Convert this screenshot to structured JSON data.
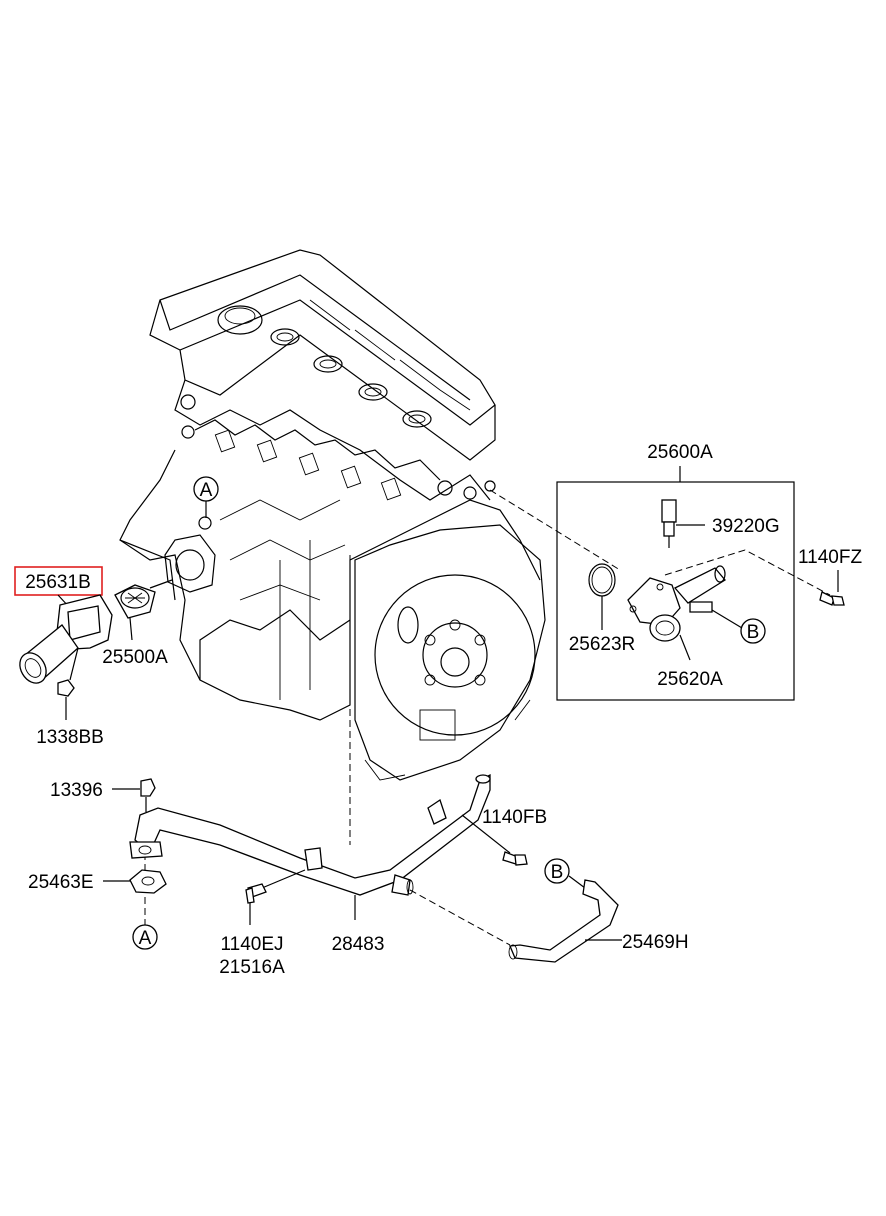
{
  "diagram": {
    "highlighted_part": "25631B",
    "parts": {
      "p25600A": "25600A",
      "p39220G": "39220G",
      "p1140FZ": "1140FZ",
      "p25623R": "25623R",
      "p25620A": "25620A",
      "p25631B": "25631B",
      "p25500A": "25500A",
      "p1338BB": "1338BB",
      "p13396": "13396",
      "p25463E": "25463E",
      "p1140FB": "1140FB",
      "p1140EJ": "1140EJ",
      "p21516A": "21516A",
      "p28483": "28483",
      "p25469H": "25469H"
    },
    "callouts": {
      "a": "A",
      "b": "B"
    },
    "colors": {
      "highlight": "#e02020",
      "line": "#000000"
    }
  }
}
